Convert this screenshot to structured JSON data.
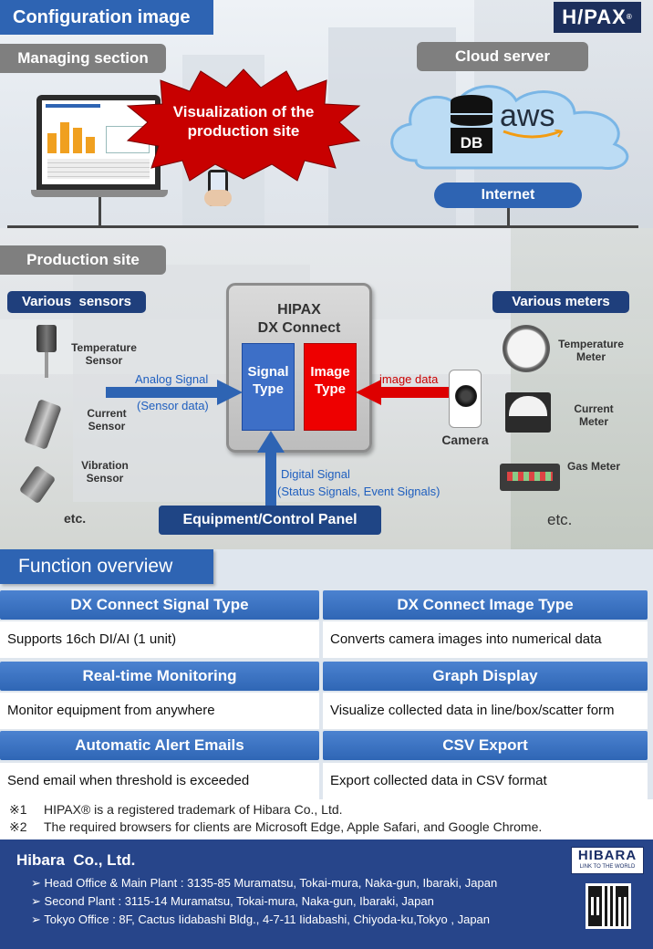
{
  "header": {
    "title": "Configuration image",
    "logo": "H/PAX",
    "logo_mark": "®"
  },
  "managing": {
    "label": "Managing section",
    "burst_text": "Visualization of the production site"
  },
  "cloud": {
    "label": "Cloud server",
    "db": "DB",
    "aws": "aws",
    "internet": "Internet"
  },
  "production": {
    "label": "Production site"
  },
  "sensors": {
    "label": "Various  sensors",
    "items": [
      "Temperature Sensor",
      "Current Sensor",
      "Vibration Sensor"
    ],
    "etc": "etc."
  },
  "meters": {
    "label": "Various meters",
    "items": [
      "Temperature Meter",
      "Current Meter",
      "Gas Meter"
    ],
    "etc": "etc."
  },
  "device": {
    "title_line1": "HIPAX",
    "title_line2": "DX Connect",
    "signal_type": "Signal Type",
    "image_type": "Image Type"
  },
  "arrows": {
    "analog_line1": "Analog Signal",
    "analog_line2": "(Sensor data)",
    "image_data": "image data",
    "digital_line1": "Digital Signal",
    "digital_line2": "(Status Signals, Event Signals)"
  },
  "camera": {
    "label": "Camera"
  },
  "equipment": {
    "label": "Equipment/Control Panel"
  },
  "functions": {
    "title": "Function overview",
    "items": [
      {
        "head": "DX Connect Signal Type",
        "body": "Supports 16ch DI/AI (1 unit)"
      },
      {
        "head": "DX Connect Image Type",
        "body": "Converts camera images into numerical data"
      },
      {
        "head": "Real-time Monitoring",
        "body": "Monitor equipment from anywhere"
      },
      {
        "head": "Graph Display",
        "body": "Visualize collected data in line/box/scatter form"
      },
      {
        "head": "Automatic Alert Emails",
        "body": "Send email when threshold is exceeded"
      },
      {
        "head": "CSV Export",
        "body": "Export collected data in CSV format"
      }
    ]
  },
  "notes": [
    {
      "mark": "※1",
      "text": "HIPAX® is a registered trademark of Hibara Co., Ltd."
    },
    {
      "mark": "※2",
      "text": "The required browsers for clients are Microsoft Edge, Apple Safari, and Google Chrome."
    }
  ],
  "footer": {
    "company": "Hibara  Co., Ltd.",
    "addresses": [
      "Head Office & Main Plant : 3135-85 Muramatsu, Tokai-mura, Naka-gun, Ibaraki, Japan",
      "Second Plant : 3115-14 Muramatsu, Tokai-mura, Naka-gun, Ibaraki, Japan",
      "Tokyo Office : 8F, Cactus Iidabashi Bldg., 4-7-11 Iidabashi, Chiyoda-ku,Tokyo , Japan"
    ],
    "bullet": "➢",
    "logo": "HIBARA",
    "tagline": "LINK TO THE WORLD"
  },
  "colors": {
    "accent_blue": "#2e64b3",
    "navy": "#1f3f7c",
    "red": "#e00000",
    "footer_bg": "#27458a"
  }
}
